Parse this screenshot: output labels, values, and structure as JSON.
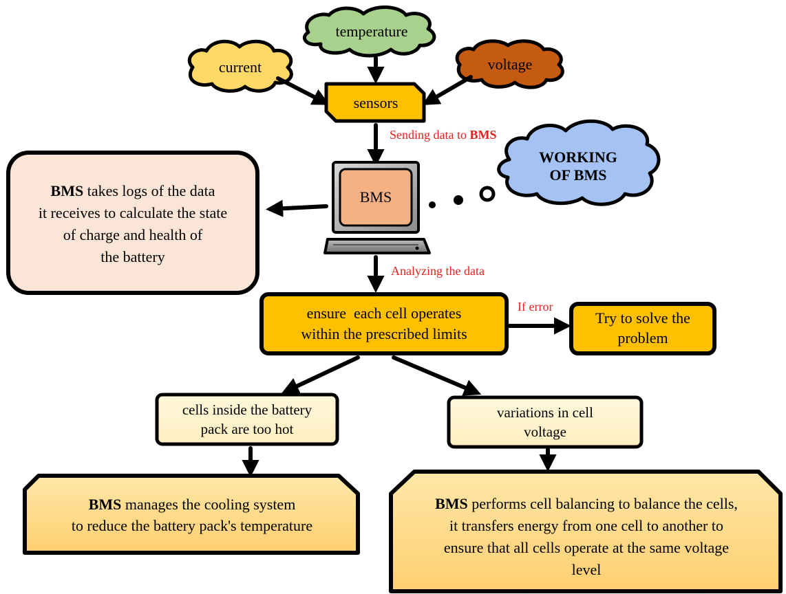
{
  "clouds": {
    "temperature": "temperature",
    "current": "current",
    "voltage": "voltage",
    "working_line1": "WORKING",
    "working_line2": "OF BMS"
  },
  "sensors_label": "sensors",
  "edge_sending": {
    "text": "Sending data to ",
    "bold": "BMS"
  },
  "computer_label": "BMS",
  "edge_analyzing": "Analyzing the data",
  "edge_if_error": "If error",
  "logs_box": {
    "bold": "BMS",
    "line1": " takes logs of the data",
    "line2": "it receives to calculate the state",
    "line3": "of charge and health of",
    "line4": "the battery"
  },
  "ensure_box": {
    "line1": "ensure  each cell operates",
    "line2": "within the prescribed limits"
  },
  "solve_box": {
    "line1": "Try to solve the",
    "line2": "problem"
  },
  "hot_box": {
    "line1": "cells inside the battery",
    "line2": "pack are too hot"
  },
  "variation_box": {
    "line1": "variations in cell",
    "line2": "voltage"
  },
  "cooling_box": {
    "bold": "BMS",
    "line1": " manages the cooling system",
    "line2": "to reduce the battery pack's temperature"
  },
  "balancing_box": {
    "bold": "BMS",
    "line1": " performs cell balancing to balance the cells,",
    "line2": "it transfers energy from one cell to another to",
    "line3": "ensure that all cells operate at the same voltage",
    "line4": "level"
  },
  "colors": {
    "temperature_cloud": "#a9d18e",
    "current_cloud": "#ffd966",
    "voltage_cloud": "#c55a11",
    "working_cloud": "#a4c2f4",
    "sensors": "#ffc000",
    "ensure": "#ffc000",
    "solve": "#ffc000",
    "logs": "#fbe5d6",
    "light_box": "#fff2cc",
    "result_box": "#ffd580",
    "screen": "#f4b183",
    "edge_text": "#e8201e"
  }
}
